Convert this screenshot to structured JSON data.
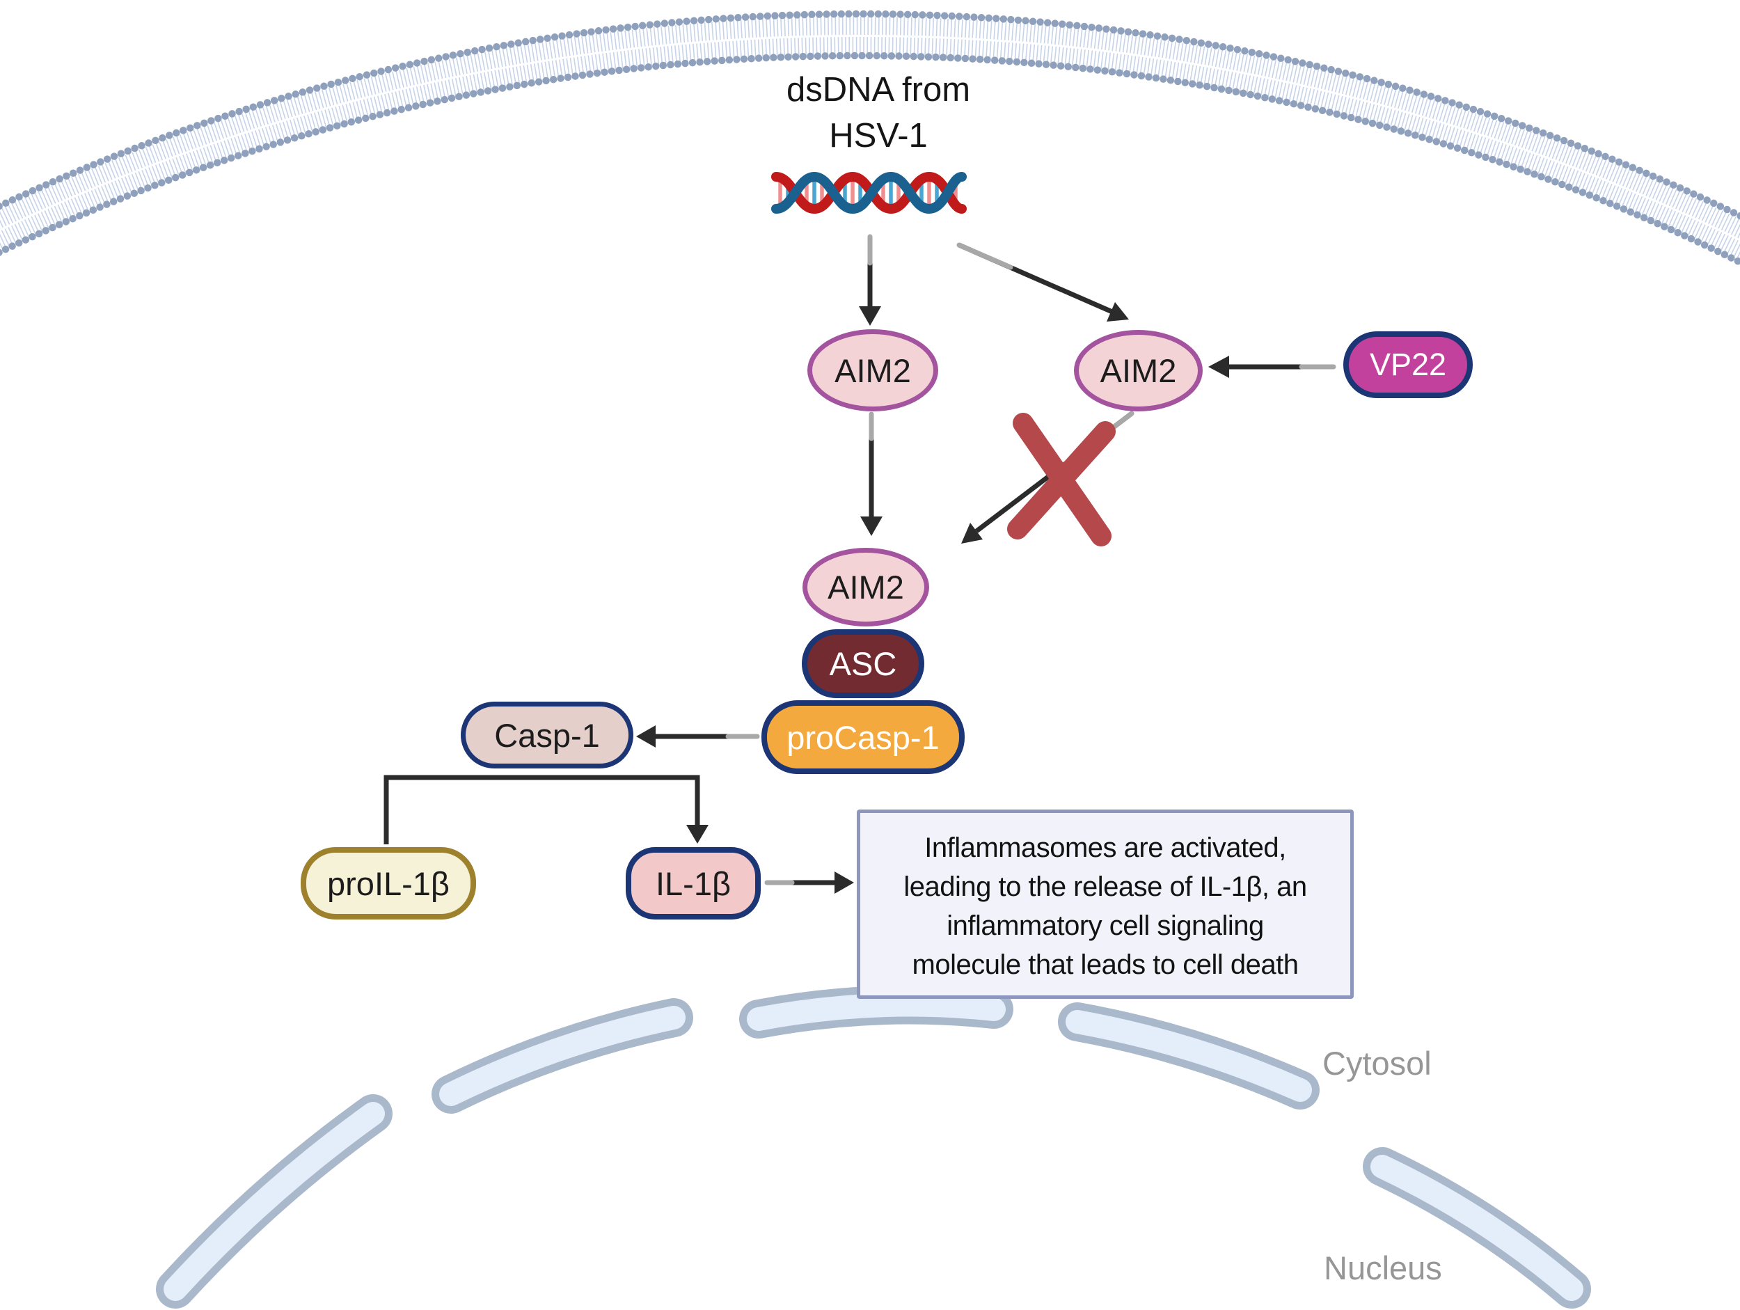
{
  "title": {
    "line1": "dsDNA from",
    "line2": "HSV-1"
  },
  "nodes": {
    "aim2_left": {
      "label": "AIM2"
    },
    "aim2_right": {
      "label": "AIM2"
    },
    "vp22": {
      "label": "VP22"
    },
    "aim2_complex": {
      "label": "AIM2"
    },
    "asc": {
      "label": "ASC"
    },
    "procasp1": {
      "label": "proCasp-1"
    },
    "casp1": {
      "label": "Casp-1"
    },
    "proil1b": {
      "label": "proIL-1β"
    },
    "il1b": {
      "label": "IL-1β"
    }
  },
  "annotation": {
    "lines": [
      "Inflammasomes are activated,",
      "leading to the release of IL-1β, an",
      "inflammatory cell signaling",
      "molecule that leads to cell death"
    ]
  },
  "region_labels": {
    "cytosol": "Cytosol",
    "nucleus": "Nucleus"
  },
  "icons": {
    "membrane": "lipid-bilayer-membrane",
    "dna": "dna-double-helix",
    "blocked": "red-x-inhibition",
    "nuclear_envelope": "nuclear-envelope-segments"
  },
  "colors": {
    "membrane_head": "#8fa0bc",
    "membrane_tail": "#c6d3e8",
    "dna_red": "#c01a1a",
    "dna_blue": "#1a618f",
    "dna_rung_red": "#ef8f8f",
    "dna_rung_blue": "#4aa6d0",
    "aim2_fill": "#f4d3d6",
    "aim2_stroke": "#a4549f",
    "vp22_fill": "#c2419c",
    "navy_stroke": "#1c3575",
    "asc_fill": "#722b31",
    "procasp1_fill": "#f3a93d",
    "casp1_fill": "#e5cfcb",
    "proil1b_fill": "#f6f2d8",
    "proil1b_stroke": "#9d812c",
    "il1b_fill": "#f2c8c8",
    "arrow": "#2b2b2b",
    "arrow_fade": "#a8a8a8",
    "inhibition_x": "#b5484a",
    "annotation_fill": "#f2f3fa",
    "annotation_border": "#8d96bd",
    "nucleus_fill": "#e4eefb",
    "nucleus_stroke": "#a9b8ca",
    "region_label_gray": "#969696"
  }
}
